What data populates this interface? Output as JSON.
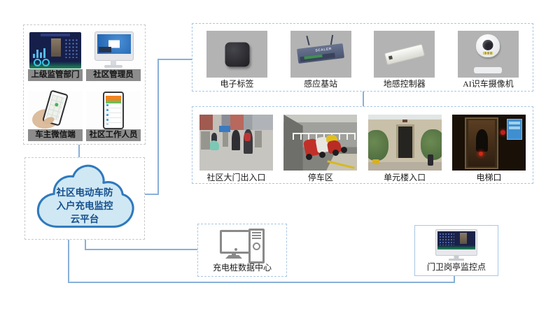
{
  "colors": {
    "connector": "#88b0d8",
    "panel_border_blue": "#a9c7e4",
    "panel_border_gray": "#c9c9c9",
    "user_label_bar": "#8c8c8c",
    "device_tile_bg": "#b3b3b3",
    "cloud_fill": "#cfe8f4",
    "cloud_stroke": "#2e79bd",
    "cloud_text": "#17508e"
  },
  "cloud": {
    "lines": [
      "社区电动车防",
      "入户充电监控",
      "云平台"
    ]
  },
  "users": {
    "items": [
      {
        "label": "上级监管部门",
        "icon": "dashboard-screen"
      },
      {
        "label": "社区管理员",
        "icon": "desktop-monitor"
      },
      {
        "label": "车主微信端",
        "icon": "hand-holding-phone"
      },
      {
        "label": "社区工作人员",
        "icon": "smartphone-app"
      }
    ]
  },
  "devices": {
    "items": [
      {
        "label": "电子标签",
        "icon": "rfid-tag"
      },
      {
        "label": "感应基站",
        "icon": "base-station",
        "badge": "SCALER"
      },
      {
        "label": "地感控制器",
        "icon": "ground-controller"
      },
      {
        "label": "AI识车摄像机",
        "icon": "dome-camera"
      }
    ]
  },
  "locations": {
    "items": [
      {
        "label": "社区大门出入口",
        "icon": "gate-entrance-photo"
      },
      {
        "label": "停车区",
        "icon": "parking-area-photo"
      },
      {
        "label": "单元楼入口",
        "icon": "building-entrance-photo"
      },
      {
        "label": "电梯口",
        "icon": "elevator-photo"
      }
    ]
  },
  "endpoints": {
    "datacenter": {
      "label": "充电桩数据中心",
      "icon": "desktop-computer"
    },
    "guard": {
      "label": "门卫岗亭监控点",
      "icon": "monitor-dashboard"
    }
  }
}
